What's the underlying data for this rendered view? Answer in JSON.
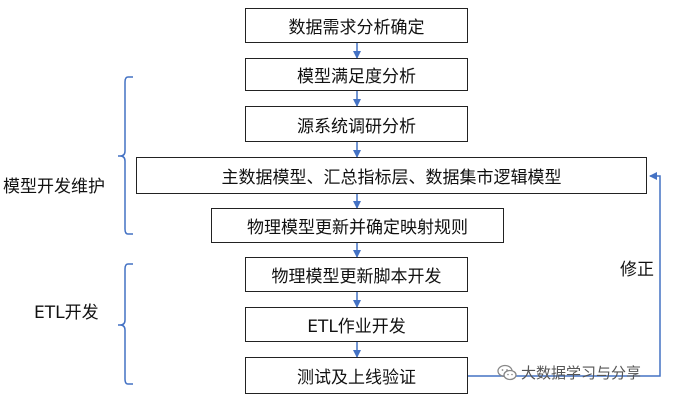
{
  "steps": [
    "数据需求分析确定",
    "模型满足度分析",
    "源系统调研分析",
    "主数据模型、汇总指标层、数据集市逻辑模型",
    "物理模型更新并确定映射规则",
    "物理模型更新脚本开发",
    "ETL作业开发",
    "测试及上线验证"
  ],
  "groups": {
    "modeling": "模型开发维护",
    "etl": "ETL开发"
  },
  "feedback_label": "修正",
  "watermark": "大数据学习与分享",
  "colors": {
    "arrow": "#4472C4",
    "border": "#222222"
  }
}
